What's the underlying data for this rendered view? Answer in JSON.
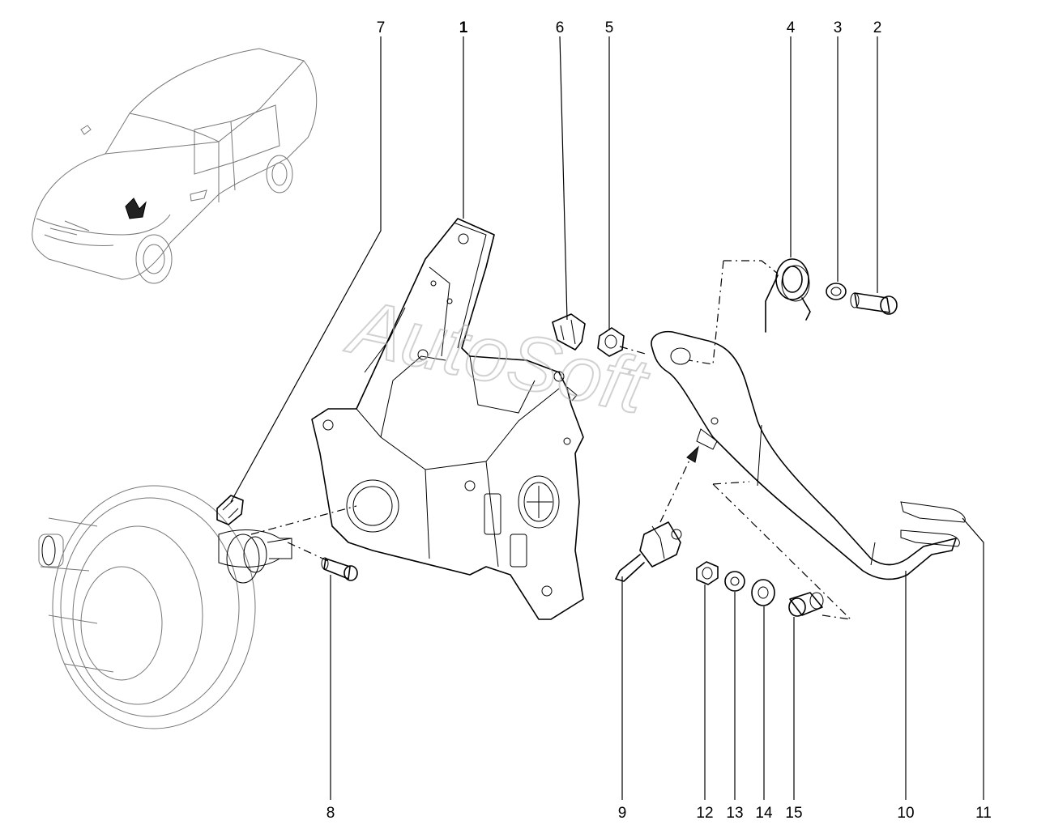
{
  "watermark": "AutoSoft",
  "callouts": [
    {
      "id": "1",
      "text": "1"
    },
    {
      "id": "2",
      "text": "2"
    },
    {
      "id": "3",
      "text": "3"
    },
    {
      "id": "4",
      "text": "4"
    },
    {
      "id": "5",
      "text": "5"
    },
    {
      "id": "6",
      "text": "6"
    },
    {
      "id": "7",
      "text": "7"
    },
    {
      "id": "8",
      "text": "8"
    },
    {
      "id": "9",
      "text": "9"
    },
    {
      "id": "10",
      "text": "10"
    },
    {
      "id": "11",
      "text": "11"
    },
    {
      "id": "12",
      "text": "12"
    },
    {
      "id": "13",
      "text": "13"
    },
    {
      "id": "14",
      "text": "14"
    },
    {
      "id": "15",
      "text": "15"
    }
  ]
}
